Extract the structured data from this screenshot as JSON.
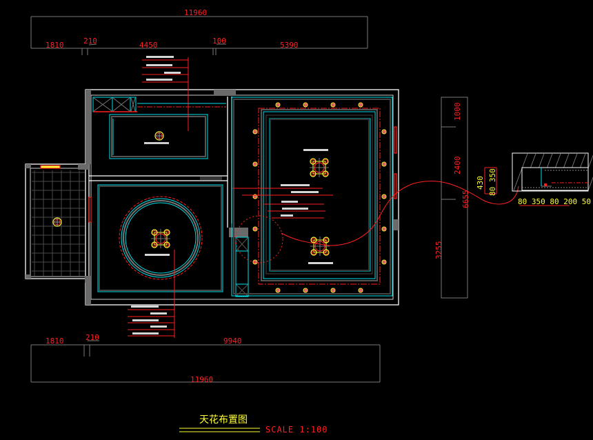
{
  "drawing": {
    "title": "天花布置图",
    "scale": "SCALE 1:100"
  },
  "dimensions": {
    "top_total": "11960",
    "top_segments": [
      "1810",
      "210",
      "4450",
      "100",
      "5390"
    ],
    "bottom_total": "11960",
    "bottom_segments": [
      "1810",
      "210",
      "9940"
    ],
    "right_total": "6655",
    "right_segments": [
      "1000",
      "2400",
      "3255"
    ]
  },
  "section_detail": {
    "vertical_dims": [
      "430",
      "80 350"
    ],
    "horizontal_dims": "80 350 80 200 50"
  },
  "colors": {
    "wall": "#ffffff",
    "ceiling_line": "#00e5ee",
    "red_line": "#ff2020",
    "grey": "#6a6a6a",
    "yellow": "#ffff33",
    "dim_line": "#7a7a7a"
  }
}
